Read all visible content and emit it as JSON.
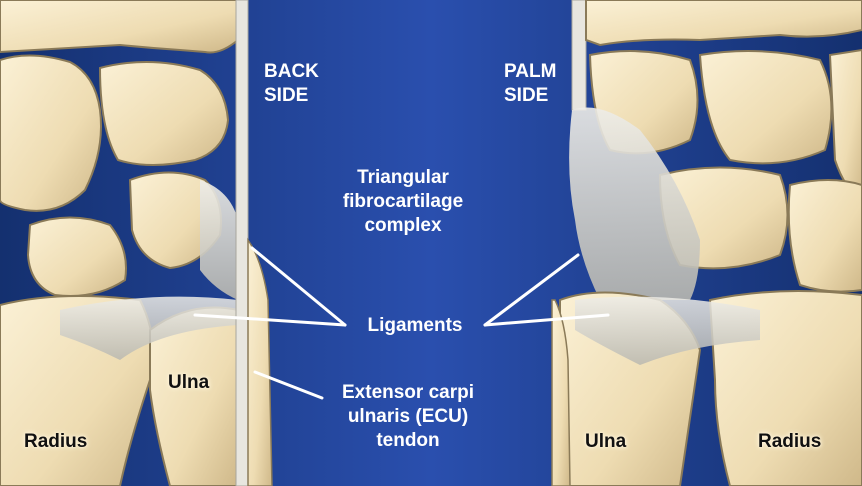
{
  "labels": {
    "back_side": [
      "BACK",
      "SIDE"
    ],
    "palm_side": [
      "PALM",
      "SIDE"
    ],
    "tfcc": [
      "Triangular",
      "fibrocartilage",
      "complex"
    ],
    "ligaments": "Ligaments",
    "ecu": [
      "Extensor carpi",
      "ulnaris (ECU)",
      "tendon"
    ],
    "ulna_left": "Ulna",
    "radius_left": "Radius",
    "ulna_right": "Ulna",
    "radius_right": "Radius"
  },
  "colors": {
    "background": "#1a3a8c",
    "bone": "#f1e2bf",
    "bone_shadow": "#cdb98f",
    "ligament": "#dcdad2",
    "label_light": "#ffffff",
    "label_dark": "#111111"
  }
}
